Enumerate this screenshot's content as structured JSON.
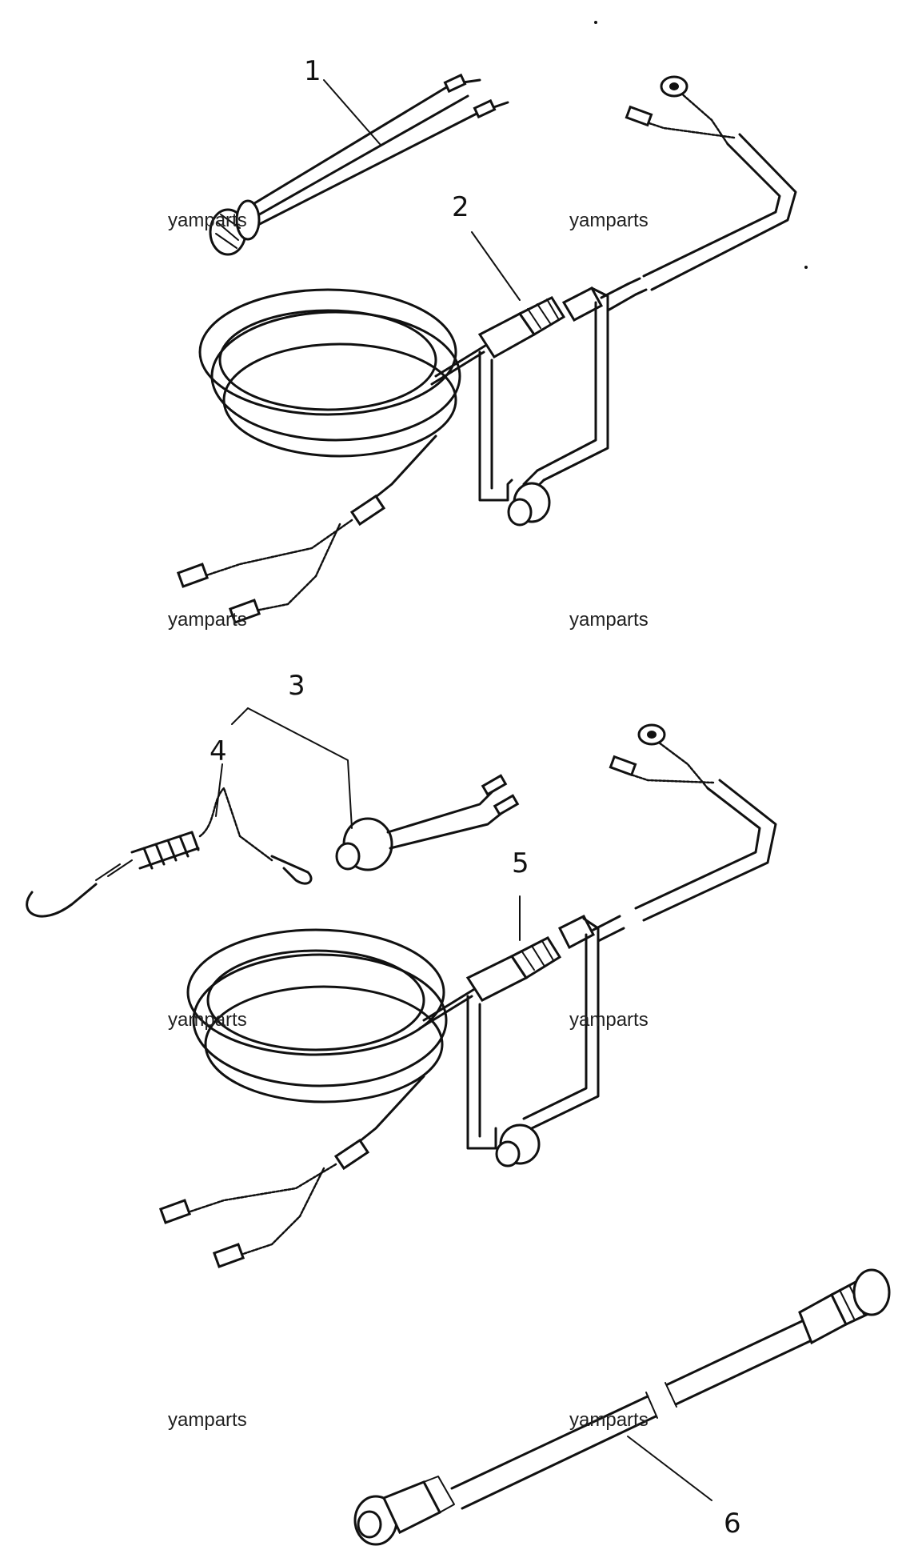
{
  "callouts": [
    "1",
    "2",
    "3",
    "4",
    "5",
    "6"
  ],
  "watermark": "yamparts"
}
